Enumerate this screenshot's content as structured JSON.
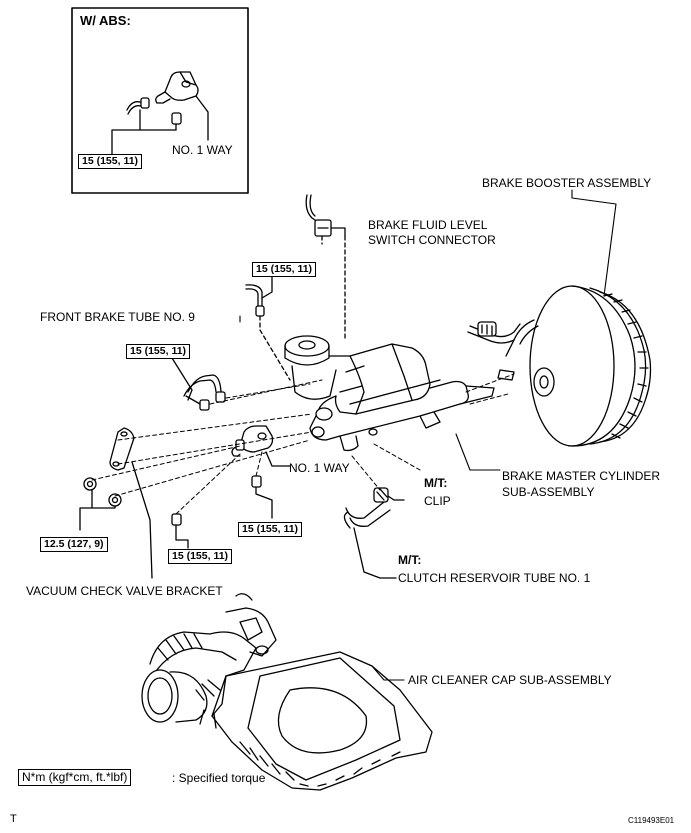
{
  "inset": {
    "title": "W/ ABS:",
    "torque": "15 (155, 11)",
    "label_no1way": "NO. 1 WAY"
  },
  "labels": {
    "brake_booster": "BRAKE BOOSTER ASSEMBLY",
    "fluid_level_line1": "BRAKE FLUID LEVEL",
    "fluid_level_line2": "SWITCH CONNECTOR",
    "front_brake_tube": "FRONT BRAKE TUBE NO. 9",
    "no1way": "NO. 1 WAY",
    "master_cyl_line1": "BRAKE MASTER CYLINDER",
    "master_cyl_line2": "SUB-ASSEMBLY",
    "mt_clip_prefix": "M/T:",
    "clip": "CLIP",
    "mt_reservoir_prefix": "M/T:",
    "clutch_reservoir": "CLUTCH RESERVOIR TUBE NO. 1",
    "vacuum_bracket": "VACUUM CHECK VALVE BRACKET",
    "air_cleaner": "AIR CLEANER CAP SUB-ASSEMBLY"
  },
  "torques": {
    "upper_tube": "15 (155, 11)",
    "left_tube": "15 (155, 11)",
    "bracket": "12.5 (127, 9)",
    "lower_left": "15 (155, 11)",
    "lower_right": "15 (155, 11)"
  },
  "legend": {
    "box_text": "N*m (kgf*cm, ft.*lbf)",
    "desc": ": Specified torque"
  },
  "footer": {
    "left_mark": "T",
    "code": "C119493E01"
  }
}
